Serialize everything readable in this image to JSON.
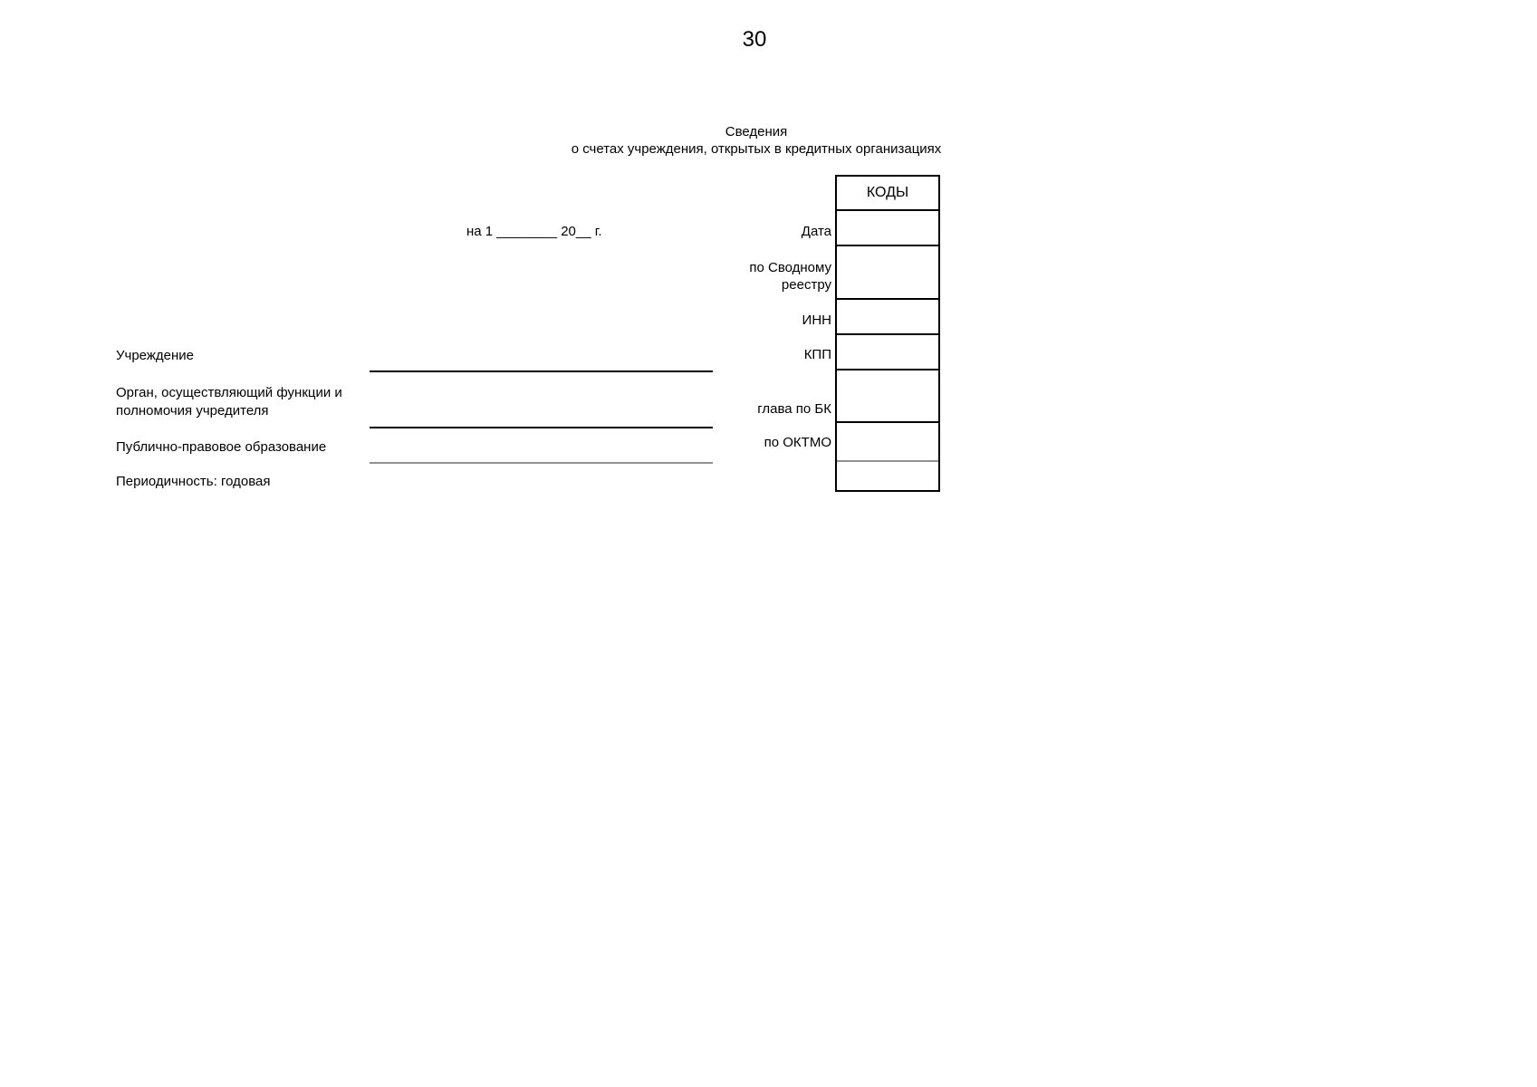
{
  "page": {
    "number": "30"
  },
  "title": {
    "line1": "Сведения",
    "line2": "о счетах учреждения, открытых в кредитных организациях"
  },
  "form": {
    "date_line": "на 1 ________ 20__ г.",
    "left_labels": {
      "institution": "Учреждение",
      "founder_body": "Орган, осуществляющий функции и\nполномочия учредителя",
      "public_entity": "Публично-правовое образование",
      "periodicity": "Периодичность: годовая"
    },
    "codes_table": {
      "header": "КОДЫ",
      "rows": [
        {
          "label": "Дата",
          "value": ""
        },
        {
          "label": "по Сводному\nреестру",
          "value": ""
        },
        {
          "label": "ИНН",
          "value": ""
        },
        {
          "label": "КПП",
          "value": ""
        },
        {
          "label": "глава по БК",
          "value": ""
        },
        {
          "label": "по ОКТМО",
          "value": ""
        },
        {
          "label": "",
          "value": ""
        }
      ]
    }
  },
  "colors": {
    "text": "#000000",
    "line": "#000000",
    "faint_line": "#909090",
    "background": "#ffffff"
  }
}
